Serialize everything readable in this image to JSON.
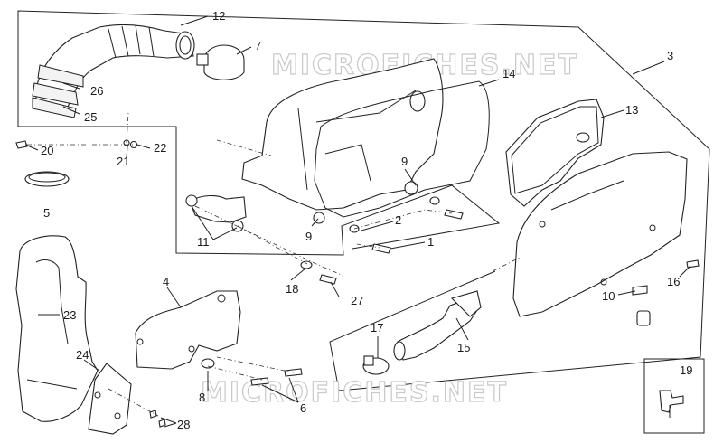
{
  "watermark": "MICROFICHES.NET",
  "callouts": [
    {
      "id": "c1",
      "text": "1"
    },
    {
      "id": "c2",
      "text": "2"
    },
    {
      "id": "c3",
      "text": "3"
    },
    {
      "id": "c4",
      "text": "4"
    },
    {
      "id": "c5",
      "text": "5"
    },
    {
      "id": "c6",
      "text": "6"
    },
    {
      "id": "c7",
      "text": "7"
    },
    {
      "id": "c8",
      "text": "8"
    },
    {
      "id": "c9a",
      "text": "9"
    },
    {
      "id": "c9b",
      "text": "9"
    },
    {
      "id": "c10",
      "text": "10"
    },
    {
      "id": "c11",
      "text": "11"
    },
    {
      "id": "c12",
      "text": "12"
    },
    {
      "id": "c13",
      "text": "13"
    },
    {
      "id": "c14",
      "text": "14"
    },
    {
      "id": "c15",
      "text": "15"
    },
    {
      "id": "c16",
      "text": "16"
    },
    {
      "id": "c17",
      "text": "17"
    },
    {
      "id": "c18",
      "text": "18"
    },
    {
      "id": "c19",
      "text": "19"
    },
    {
      "id": "c20",
      "text": "20"
    },
    {
      "id": "c21",
      "text": "21"
    },
    {
      "id": "c22",
      "text": "22"
    },
    {
      "id": "c23",
      "text": "23"
    },
    {
      "id": "c24",
      "text": "24"
    },
    {
      "id": "c25",
      "text": "25"
    },
    {
      "id": "c26",
      "text": "26"
    },
    {
      "id": "c27",
      "text": "27"
    },
    {
      "id": "c28",
      "text": "28"
    }
  ]
}
